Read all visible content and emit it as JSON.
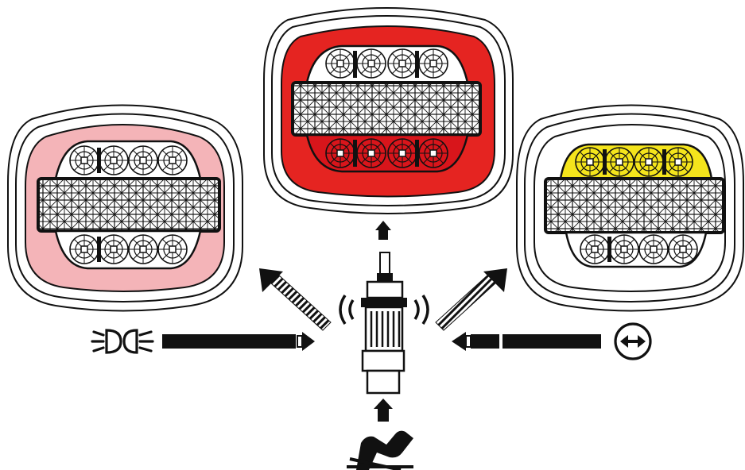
{
  "diagram": {
    "lamps": [
      {
        "id": "lamp-position",
        "ring_color": "#f4b4b8",
        "top_row_color": "#ffffff",
        "bottom_row_color": "#ffffff"
      },
      {
        "id": "lamp-brake",
        "ring_color": "#e52421",
        "top_row_color": "#ffffff",
        "bottom_row_color": "#d8151b"
      },
      {
        "id": "lamp-indicator",
        "ring_color": "#ffffff",
        "top_row_color": "#f4e41c",
        "bottom_row_color": "#ffffff"
      }
    ],
    "inputs": [
      {
        "id": "position-light",
        "icon": "position-light-icon"
      },
      {
        "id": "brake-pedal",
        "icon": "brake-pedal-icon"
      },
      {
        "id": "turn-indicator",
        "icon": "turn-indicator-icon"
      }
    ],
    "center": {
      "icon": "connector-plug-icon",
      "effect": "vibration"
    },
    "colors": {
      "ink": "#1a1a1a",
      "outline": "#111111"
    }
  }
}
